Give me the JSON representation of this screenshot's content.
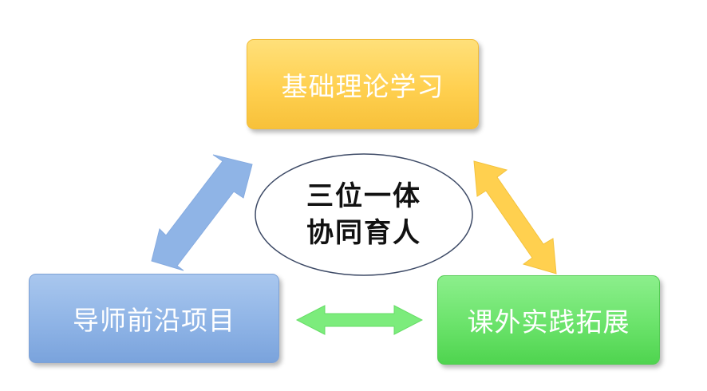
{
  "diagram": {
    "top_box": {
      "label": "基础理论学习",
      "color": "#ffd04f"
    },
    "left_box": {
      "label": "导师前沿项目",
      "color": "#8fb4e6"
    },
    "right_box": {
      "label": "课外实践拓展",
      "color": "#6be36b"
    },
    "center": {
      "line1": "三位一体",
      "line2": "协同育人"
    },
    "arrows": {
      "left_diagonal": {
        "color": "#8fb4e6"
      },
      "right_diagonal": {
        "color": "#ffd04f"
      },
      "bottom_horizontal": {
        "color": "#7cec7c"
      }
    }
  }
}
